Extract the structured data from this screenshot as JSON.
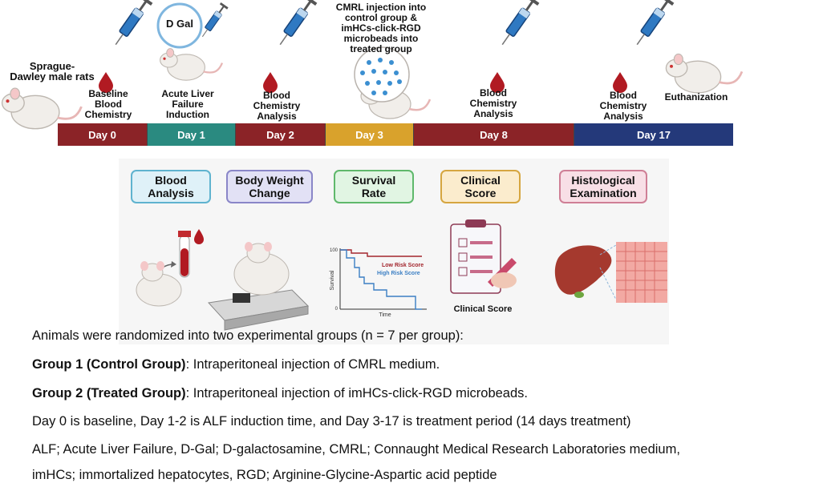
{
  "rat_label": "Sprague-\nDawley male rats",
  "dgal_label": "D Gal",
  "injection_label": "CMRL injection  into\ncontrol group &\nimHCs-click-RGD\nmicrobeads  into\ntreated group",
  "step_labels": {
    "baseline": "Baseline\nBlood\nChemistry",
    "alf": "Acute Liver\nFailure\nInduction",
    "chem_day2": "Blood\nChemistry\nAnalysis",
    "chem_day8": "Blood\nChemistry\nAnalysis",
    "chem_day17": "Blood\nChemistry\nAnalysis",
    "euthanization": "Euthanization"
  },
  "timeline": [
    {
      "label": "Day 0",
      "color": "#8b2327"
    },
    {
      "label": "Day 1",
      "color": "#2a8a80"
    },
    {
      "label": "Day 2",
      "color": "#8b2327"
    },
    {
      "label": "Day 3",
      "color": "#d9a22c"
    },
    {
      "label": "Day 8",
      "color": "#8b2327"
    },
    {
      "label": "Day 17",
      "color": "#24397a"
    }
  ],
  "analyses": [
    {
      "label": "Blood\nAnalysis",
      "bg": "#dff1f8",
      "border": "#5fb3cf"
    },
    {
      "label": "Body Weight\nChange",
      "bg": "#e2e1f5",
      "border": "#8a86c8"
    },
    {
      "label": "Survival\nRate",
      "bg": "#e1f5e3",
      "border": "#5fb86b"
    },
    {
      "label": "Clinical\nScore",
      "bg": "#fbeccd",
      "border": "#d6a640"
    },
    {
      "label": "Histological\nExamination",
      "bg": "#f8dfe6",
      "border": "#cf7f96"
    }
  ],
  "survival_plot": {
    "ylabel": "Survival",
    "xlabel": "Time",
    "ytick_top": "100",
    "ytick_bottom": "0",
    "legend_low": "Low Risk Score",
    "legend_high": "High Risk Score",
    "color_low": "#a3262d",
    "color_high": "#3b7fc4"
  },
  "clinical_score_caption": "Clinical Score",
  "notes": {
    "line1": "Animals were randomized into two experimental groups (n = 7 per group):",
    "g1_bold": "Group 1 (Control Group)",
    "g1_rest": ": Intraperitoneal injection of CMRL medium.",
    "g2_bold": "Group 2 (Treated Group)",
    "g2_rest": ": Intraperitoneal injection of imHCs-click-RGD microbeads.",
    "line4": "Day 0 is baseline, Day 1-2 is ALF induction time, and Day 3-17 is treatment period  (14 days treatment)",
    "line5": "ALF; Acute Liver Failure, D-Gal; D-galactosamine, CMRL; Connaught Medical Research Laboratories medium,",
    "line6": "imHCs;  immortalized hepatocytes, RGD; Arginine-Glycine-Aspartic acid peptide"
  }
}
